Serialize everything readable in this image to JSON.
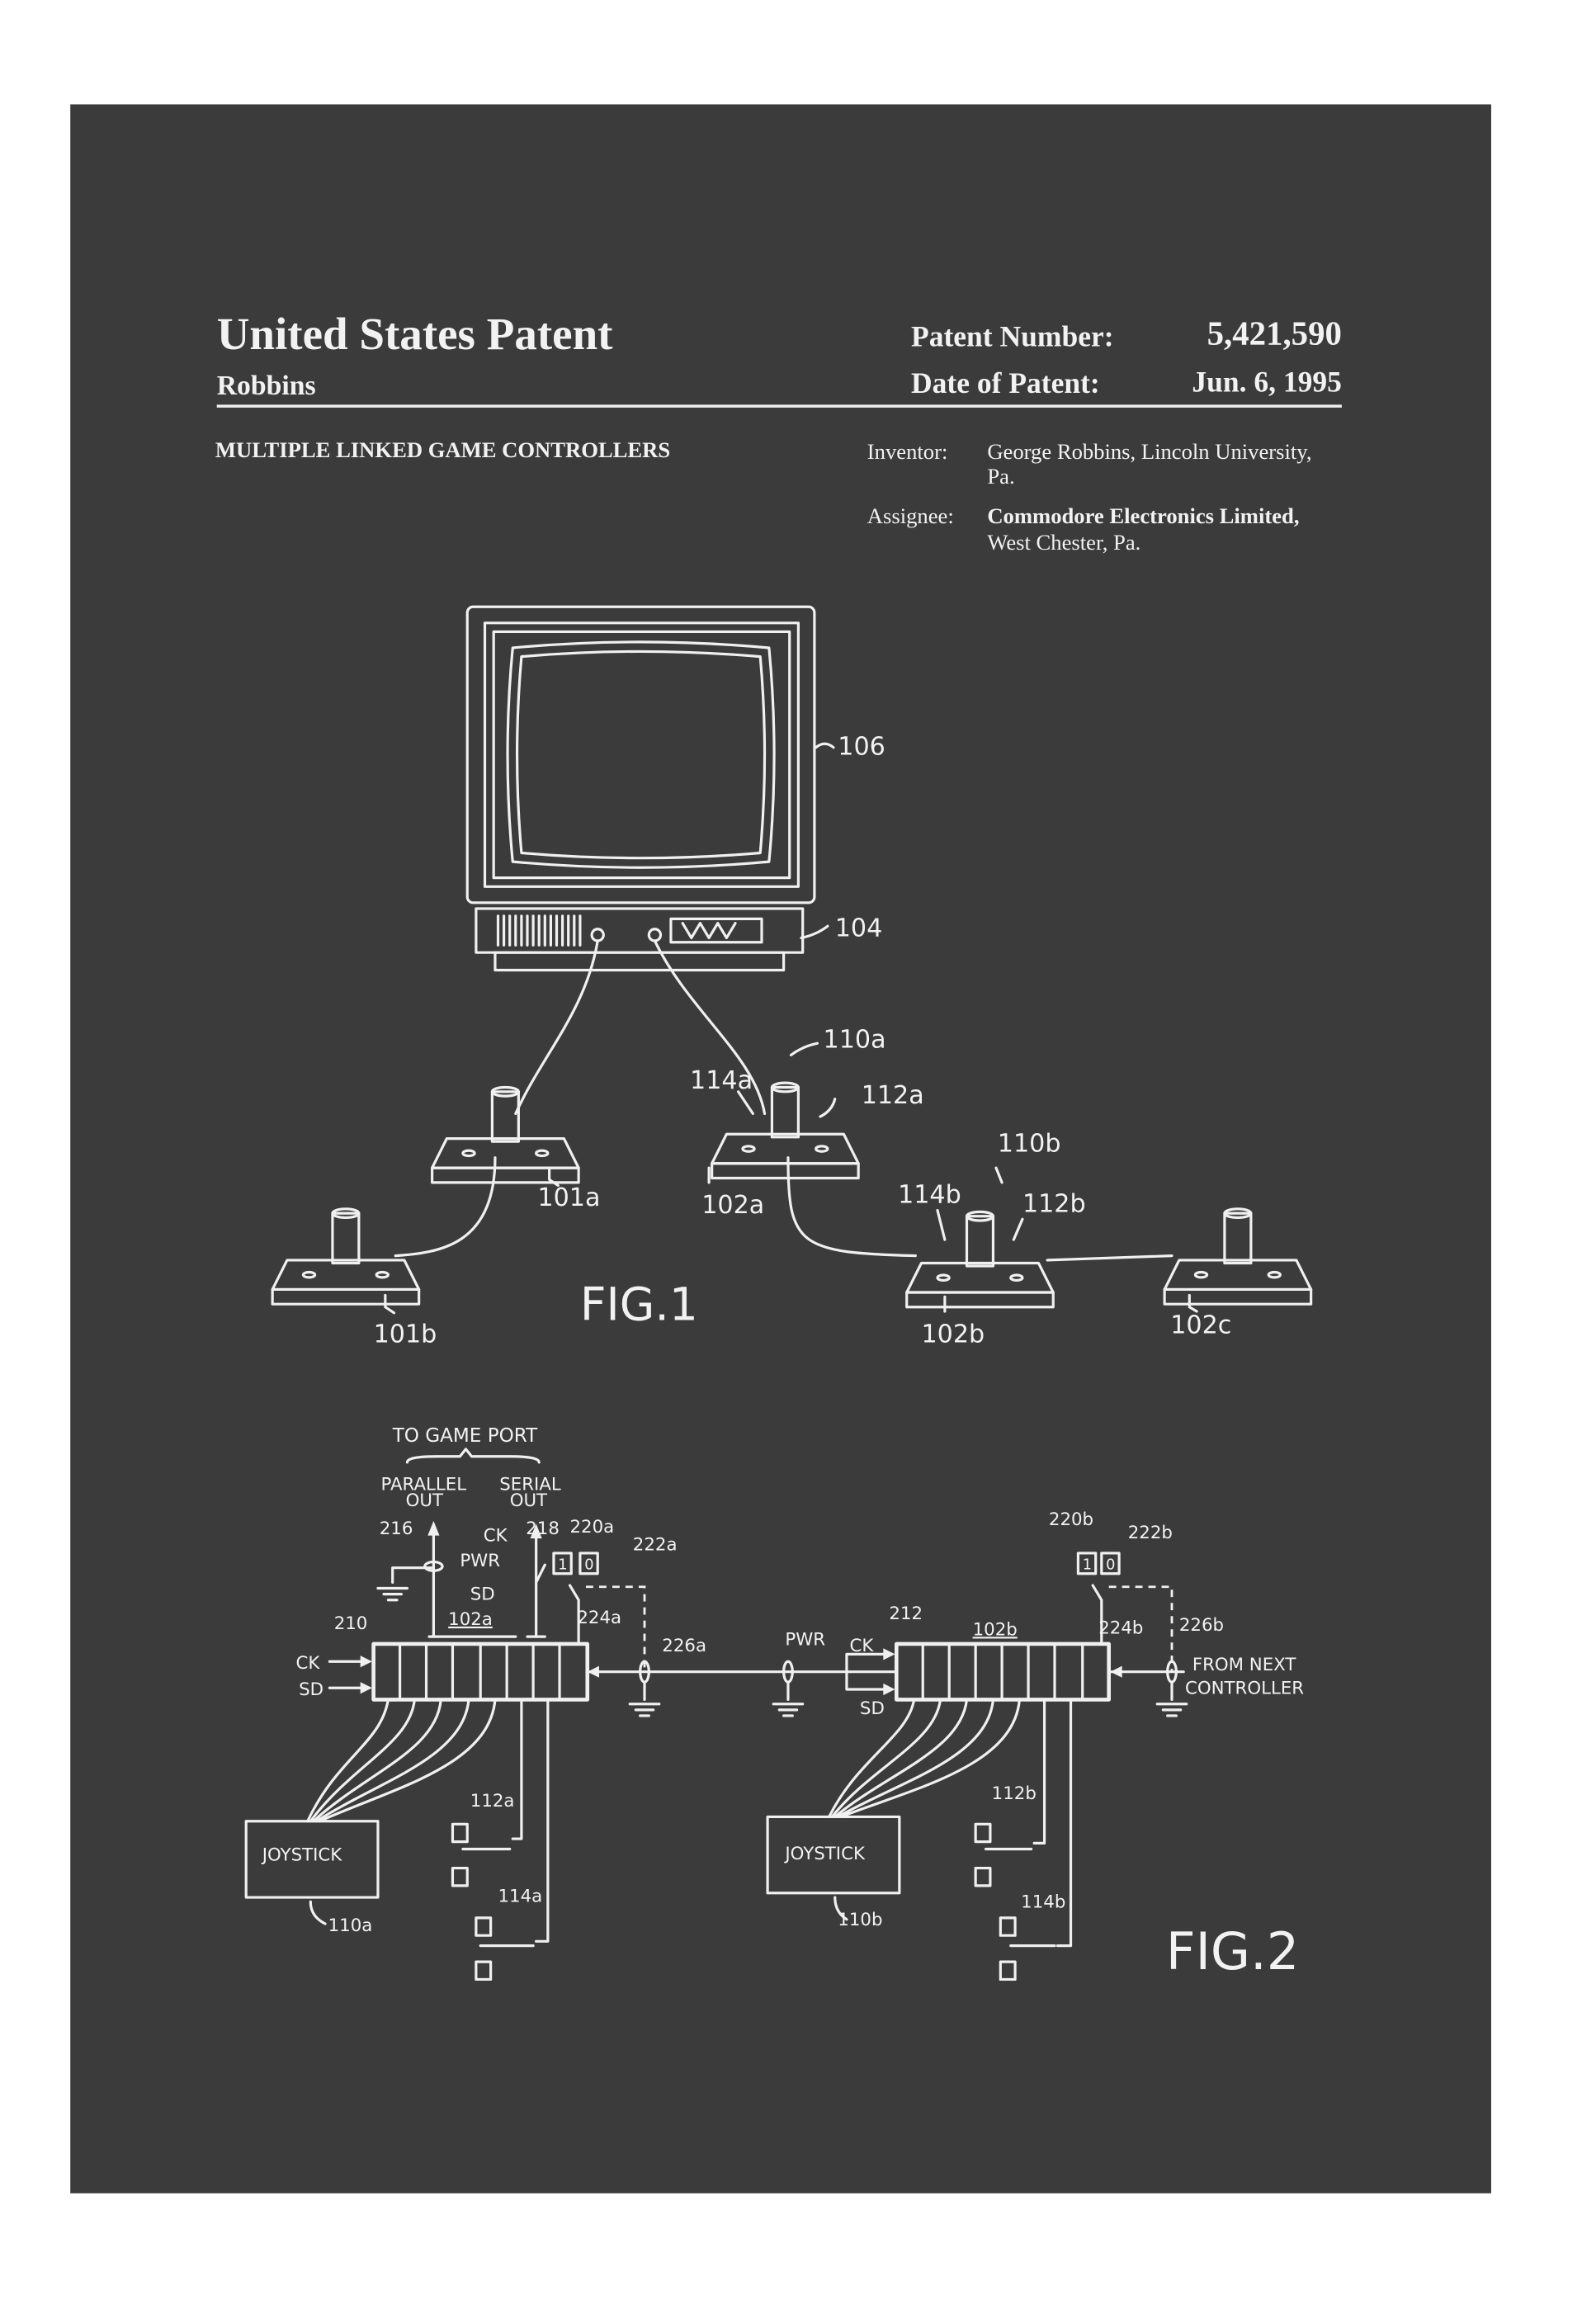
{
  "header": {
    "title": "United States Patent",
    "inventor_surname": "Robbins",
    "patent_number_label": "Patent Number:",
    "patent_number": "5,421,590",
    "date_label": "Date of Patent:",
    "date": "Jun. 6, 1995"
  },
  "invention_title": "MULTIPLE LINKED GAME CONTROLLERS",
  "inventor": {
    "label": "Inventor:",
    "line1": "George Robbins, Lincoln University,",
    "line2": "Pa."
  },
  "assignee": {
    "label": "Assignee:",
    "line1": "Commodore Electronics Limited,",
    "line2": "West Chester, Pa."
  },
  "fig1": {
    "caption": "FIG.1",
    "labels": {
      "monitor": "106",
      "console": "104",
      "c101a": "101a",
      "c101b": "101b",
      "c102a": "102a",
      "c102b": "102b",
      "c102c": "102c",
      "j110a": "110a",
      "b114a": "114a",
      "b112a": "112a",
      "j110b": "110b",
      "b114b": "114b",
      "b112b": "112b"
    }
  },
  "fig2": {
    "caption": "FIG.2",
    "to_game_port": "TO GAME PORT",
    "parallel": "PARALLEL",
    "serial": "SERIAL",
    "out": "OUT",
    "labels": {
      "l216": "216",
      "l218": "218",
      "ck": "CK",
      "pwr": "PWR",
      "sd": "SD",
      "l220a": "220a",
      "l222a": "222a",
      "l224a": "224a",
      "l226a": "226a",
      "l210": "210",
      "l102a": "102a",
      "l212": "212",
      "l102b": "102b",
      "l220b": "220b",
      "l222b": "222b",
      "l224b": "224b",
      "l226b": "226b",
      "from_next": "FROM NEXT",
      "controller": "CONTROLLER",
      "joystick": "JOYSTICK",
      "l110a": "110a",
      "l110b": "110b",
      "l112a": "112a",
      "l114a": "114a",
      "l112b": "112b",
      "l114b": "114b",
      "one": "1",
      "zero": "0"
    }
  },
  "colors": {
    "board": "#3b3b3b",
    "chalk": "#f0f0f0",
    "frame": "#ffffff"
  }
}
